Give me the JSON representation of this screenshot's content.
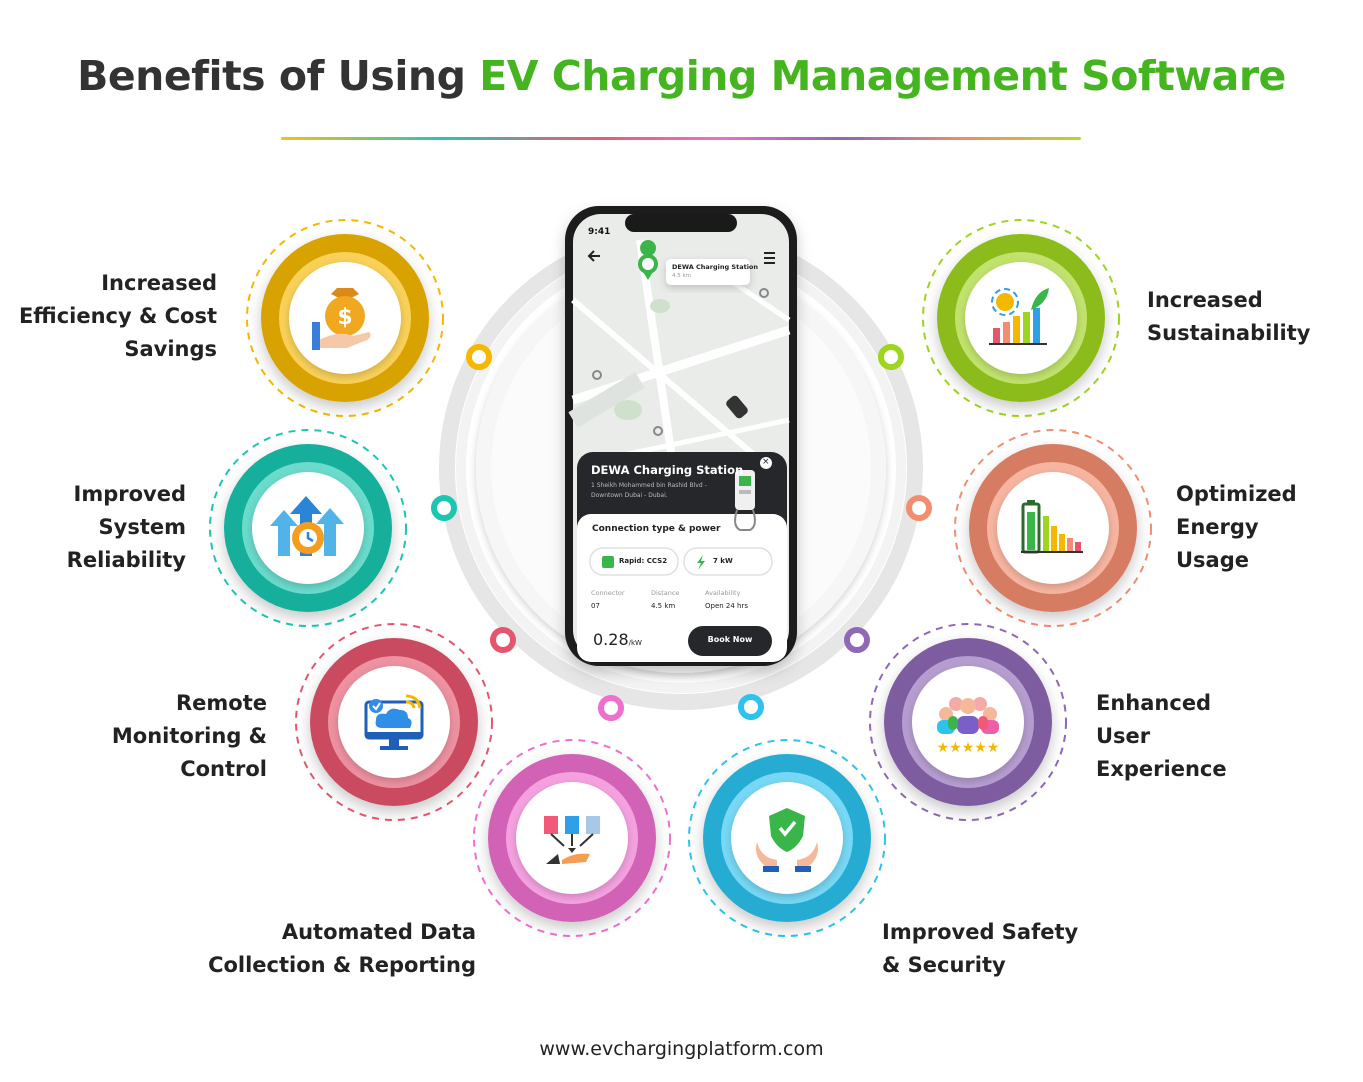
{
  "title": {
    "part1": "Benefits of Using",
    "part2": "EV Charging Management Software"
  },
  "colors": {
    "title_dark": "#333333",
    "title_green": "#45b51f",
    "yellow": "#f5b800",
    "teal": "#1cc7b1",
    "red": "#e5566e",
    "pink": "#ef6fcf",
    "blue": "#2ec3ef",
    "purple": "#8f68b6",
    "salmon": "#f38d6f",
    "lime": "#9fd41f"
  },
  "benefits": [
    {
      "id": "efficiency",
      "lines": [
        "Increased",
        "Efficiency & Cost",
        "Savings"
      ],
      "icon": "money-bag-hand-icon",
      "color": "yellow"
    },
    {
      "id": "reliability",
      "lines": [
        "Improved",
        "System",
        "Reliability"
      ],
      "icon": "gear-arrows-icon",
      "color": "teal"
    },
    {
      "id": "monitoring",
      "lines": [
        "Remote",
        "Monitoring &",
        "Control"
      ],
      "icon": "cloud-monitor-icon",
      "color": "red"
    },
    {
      "id": "reporting",
      "lines": [
        "Automated Data",
        "Collection & Reporting"
      ],
      "icon": "data-documents-hand-icon",
      "color": "pink"
    },
    {
      "id": "safety",
      "lines": [
        "Improved Safety",
        "& Security"
      ],
      "icon": "shield-hands-icon",
      "color": "blue"
    },
    {
      "id": "experience",
      "lines": [
        "Enhanced",
        "User",
        "Experience"
      ],
      "icon": "users-stars-icon",
      "color": "purple"
    },
    {
      "id": "energy",
      "lines": [
        "Optimized",
        "Energy",
        "Usage"
      ],
      "icon": "battery-bars-icon",
      "color": "salmon"
    },
    {
      "id": "sustainability",
      "lines": [
        "Increased",
        "Sustainability"
      ],
      "icon": "growth-chart-leaf-icon",
      "color": "lime"
    }
  ],
  "phone": {
    "time": "9:41",
    "map_station_label": "DEWA Charging Station",
    "map_station_distance": "4.5 km",
    "station_name": "DEWA Charging Station",
    "station_address_line1": "1 Sheikh Mohammed bin Rashid Blvd -",
    "station_address_line2": "Downtown Dubai - Dubai.",
    "close_symbol": "×",
    "section_title": "Connection type & power",
    "connector_type": "Rapid: CCS2",
    "power": "7 kW",
    "info": [
      {
        "label": "Connector",
        "value": "07"
      },
      {
        "label": "Distance",
        "value": "4.5 km"
      },
      {
        "label": "Availability",
        "value": "Open 24 hrs"
      }
    ],
    "price": "0.28",
    "price_unit": "/kW",
    "book_button": "Book Now"
  },
  "footer_url": "www.evchargingplatform.com"
}
